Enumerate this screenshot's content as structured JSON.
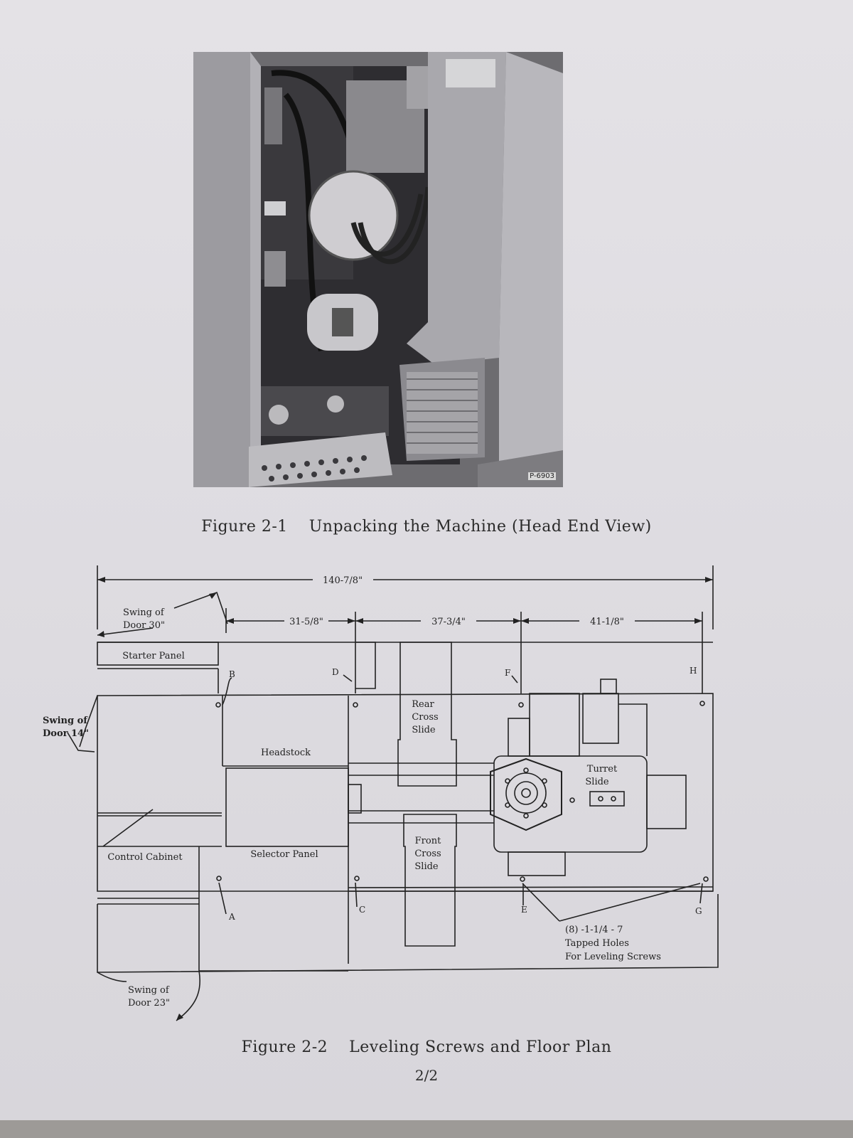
{
  "figure1": {
    "photo_code": "P-6903",
    "number": "Figure 2-1",
    "title": "Unpacking the Machine (Head End View)"
  },
  "figure2": {
    "number": "Figure 2-2",
    "title": "Leveling Screws and Floor Plan",
    "dimensions": {
      "overall": "140-7/8\"",
      "d1": "31-5/8\"",
      "d2": "37-3/4\"",
      "d3": "41-1/8\""
    },
    "labels": {
      "swing_door_30_l1": "Swing of",
      "swing_door_30_l2": "Door 30\"",
      "swing_door_14_l1": "Swing of",
      "swing_door_14_l2": "Door 14\"",
      "swing_door_23_l1": "Swing of",
      "swing_door_23_l2": "Door 23\"",
      "starter_panel": "Starter Panel",
      "headstock": "Headstock",
      "selector_panel": "Selector Panel",
      "control_cabinet": "Control Cabinet",
      "rear_cross_slide_l1": "Rear",
      "rear_cross_slide_l2": "Cross",
      "rear_cross_slide_l3": "Slide",
      "front_cross_slide_l1": "Front",
      "front_cross_slide_l2": "Cross",
      "front_cross_slide_l3": "Slide",
      "turret_slide_l1": "Turret",
      "turret_slide_l2": "Slide",
      "tapped_l1": "(8) -1-1/4 - 7",
      "tapped_l2": "Tapped Holes",
      "tapped_l3": "For Leveling Screws"
    },
    "points": {
      "A": "A",
      "B": "B",
      "C": "C",
      "D": "D",
      "E": "E",
      "F": "F",
      "G": "G",
      "H": "H"
    }
  },
  "page_number": "2/2"
}
